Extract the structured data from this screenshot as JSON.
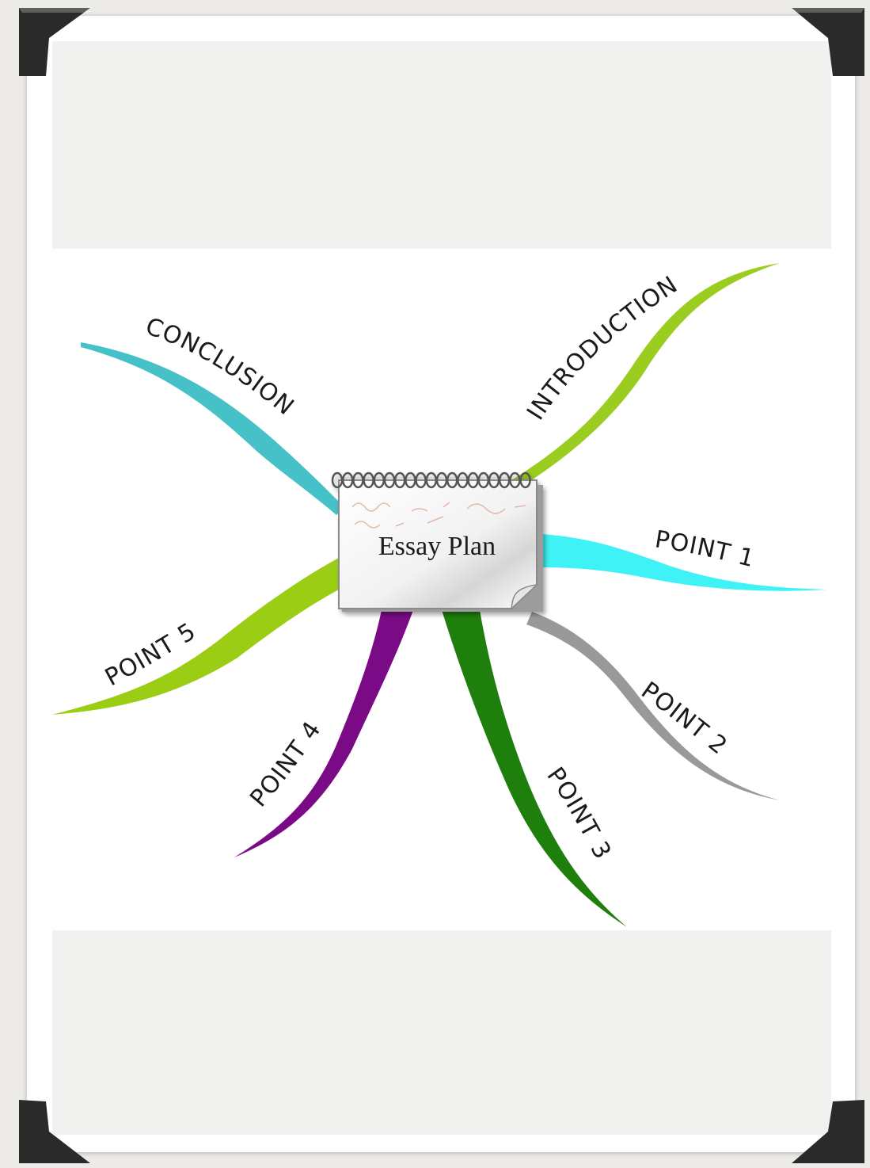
{
  "center": {
    "title": "Essay Plan"
  },
  "branches": [
    {
      "label": "INTRODUCTION",
      "color": "#9acd1f"
    },
    {
      "label": "CONCLUSION",
      "color": "#47c1c8"
    },
    {
      "label": "POINT 1",
      "color": "#3ff2f6"
    },
    {
      "label": "POINT 2",
      "color": "#999999"
    },
    {
      "label": "POINT 3",
      "color": "#1f7f0d"
    },
    {
      "label": "POINT 4",
      "color": "#7a0a86"
    },
    {
      "label": "POINT 5",
      "color": "#9acd14"
    }
  ],
  "frame": {
    "corner_color": "#2a2a2a"
  }
}
